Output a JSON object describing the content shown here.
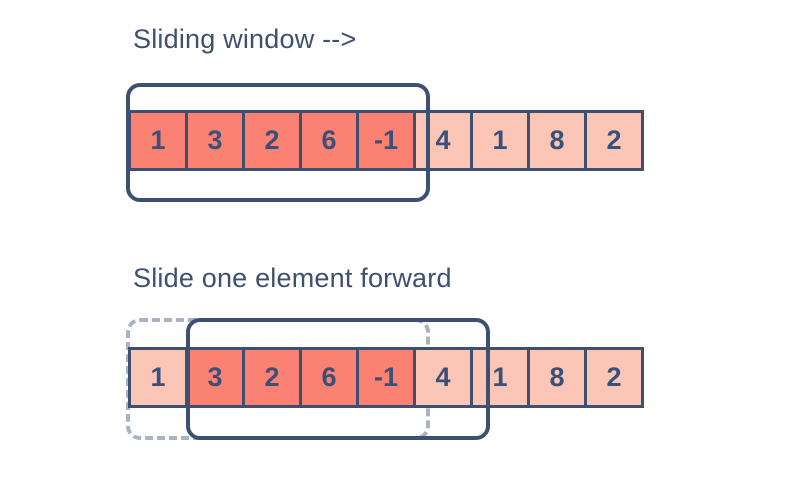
{
  "background_color": "#ffffff",
  "colors": {
    "ink": "#3e5071",
    "cell_active": "#fb8272",
    "cell_inactive": "#fcc6b7",
    "window_solid": "#3e5071",
    "window_dashed": "#a9b3c5",
    "number_text": "#39507a"
  },
  "diagram": {
    "type": "sliding-window-illustration",
    "steps": [
      {
        "id": "step-1",
        "heading": "Sliding window -->",
        "array": [
          {
            "value": "1",
            "state": "in-window"
          },
          {
            "value": "3",
            "state": "in-window"
          },
          {
            "value": "2",
            "state": "in-window"
          },
          {
            "value": "6",
            "state": "in-window"
          },
          {
            "value": "-1",
            "state": "in-window"
          },
          {
            "value": "4",
            "state": "outside"
          },
          {
            "value": "1",
            "state": "outside"
          },
          {
            "value": "8",
            "state": "outside"
          },
          {
            "value": "2",
            "state": "outside"
          }
        ],
        "window": {
          "style": "solid",
          "start_index": 0,
          "end_index": 4,
          "size": 5
        },
        "previous_window": null
      },
      {
        "id": "step-2",
        "heading": "Slide one element forward",
        "array": [
          {
            "value": "1",
            "state": "outside"
          },
          {
            "value": "3",
            "state": "in-window"
          },
          {
            "value": "2",
            "state": "in-window"
          },
          {
            "value": "6",
            "state": "in-window"
          },
          {
            "value": "-1",
            "state": "in-window"
          },
          {
            "value": "4",
            "state": "outside"
          },
          {
            "value": "1",
            "state": "outside"
          },
          {
            "value": "8",
            "state": "outside"
          },
          {
            "value": "2",
            "state": "outside"
          }
        ],
        "window": {
          "style": "solid",
          "start_index": 1,
          "end_index": 5,
          "size": 5
        },
        "previous_window": {
          "style": "dashed",
          "start_index": 0,
          "end_index": 4,
          "size": 5
        }
      }
    ]
  }
}
